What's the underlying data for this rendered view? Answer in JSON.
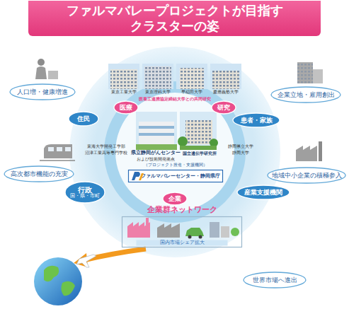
{
  "diagram": {
    "title": "ファルマバレープロジェクトが目指す クラスターの姿",
    "nodes": [
      {
        "text": [
          "人口増・健康増進"
        ]
      },
      {
        "text": [
          "企業立地・雇用創出"
        ]
      },
      {
        "text": [
          "住民"
        ]
      },
      {
        "text": [
          "患者・家族"
        ]
      },
      {
        "text": [
          "医療"
        ]
      },
      {
        "text": [
          "研究"
        ]
      },
      {
        "text": [
          "（プロジェクト推進・支援機関）",
          "ファルマバレーセンター・静岡県庁"
        ]
      },
      {
        "text": [
          "高次都市機能の充実"
        ]
      },
      {
        "text": [
          "地域中小企業の積極参入"
        ]
      },
      {
        "text": [
          "行政",
          "国・県・市町"
        ]
      },
      {
        "text": [
          "産業支援機関"
        ]
      },
      {
        "text": [
          "企業"
        ]
      },
      {
        "text": [
          "企業群ネットワーク"
        ]
      },
      {
        "text": [
          "国内市場シェア拡大"
        ],
        "in": 12
      },
      {
        "text": [
          "世界市場へ進出"
        ]
      }
    ],
    "labels": [
      "東京工業大学",
      "東京理科大学",
      "早稲田大学",
      "慶應義塾大学",
      "医看工連携協定締結大学との共同研究",
      "東海大学開発工学部",
      "沼津工業高等専門学校",
      "静岡県立大学",
      "静岡大学",
      "県立静岡がんセンター",
      "および技術開発拠点",
      "国立遺伝学研究所"
    ]
  }
}
